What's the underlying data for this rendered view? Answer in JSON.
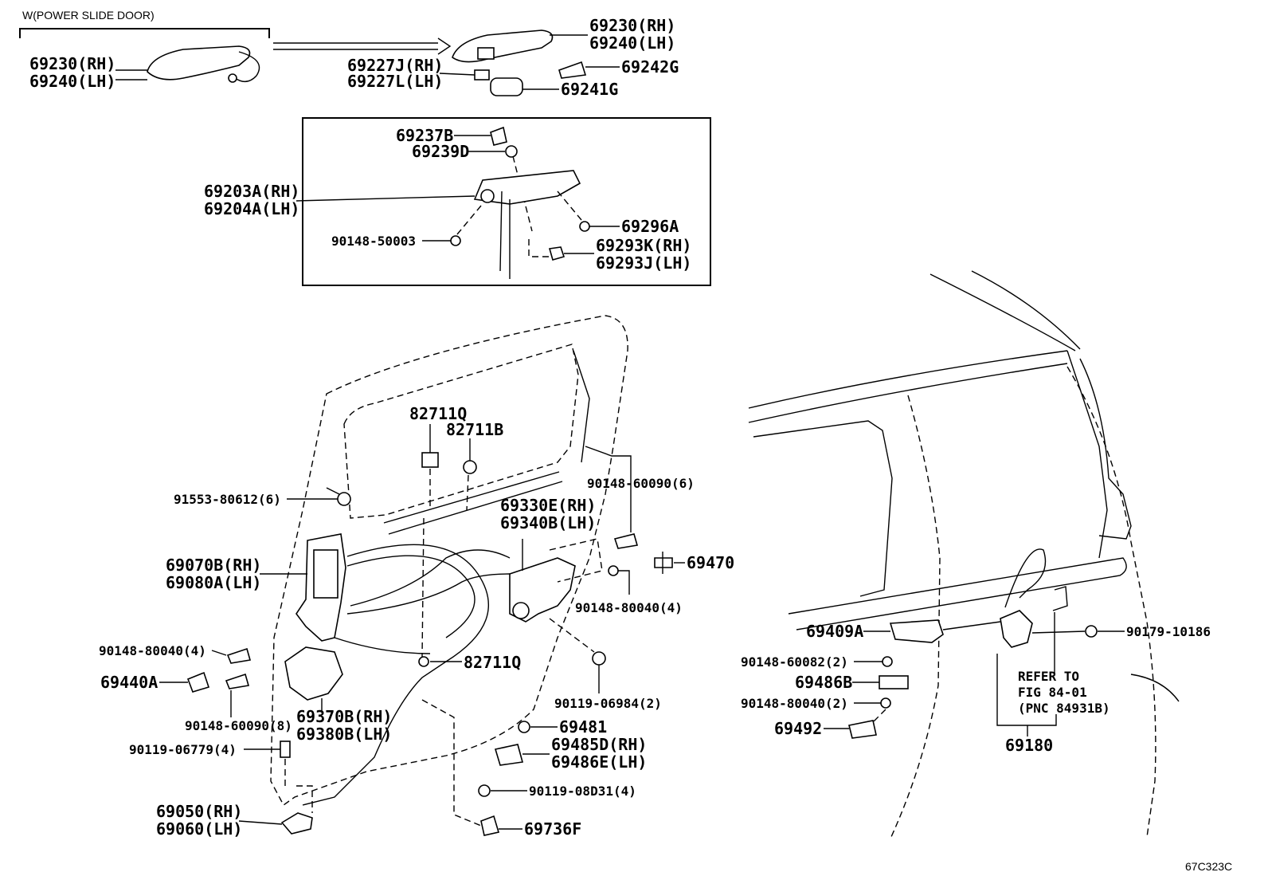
{
  "header": {
    "variant_note": "W(POWER SLIDE DOOR)",
    "illustration_code": "67C323C"
  },
  "callouts": [
    {
      "id": "c01",
      "text": "69230(RH)"
    },
    {
      "id": "c02",
      "text": "69240(LH)"
    },
    {
      "id": "c03",
      "text": "69230(RH)"
    },
    {
      "id": "c04",
      "text": "69240(LH)"
    },
    {
      "id": "c05",
      "text": "69227J(RH)"
    },
    {
      "id": "c06",
      "text": "69227L(LH)"
    },
    {
      "id": "c07",
      "text": "69242G"
    },
    {
      "id": "c08",
      "text": "69241G"
    },
    {
      "id": "c09",
      "text": "69237B"
    },
    {
      "id": "c10",
      "text": "69239D"
    },
    {
      "id": "c11",
      "text": "69203A(RH)"
    },
    {
      "id": "c12",
      "text": "69204A(LH)"
    },
    {
      "id": "c13",
      "text": "69296A"
    },
    {
      "id": "c14",
      "text": "90148-50003"
    },
    {
      "id": "c15",
      "text": "69293K(RH)"
    },
    {
      "id": "c16",
      "text": "69293J(LH)"
    },
    {
      "id": "c17",
      "text": "82711Q"
    },
    {
      "id": "c18",
      "text": "82711B"
    },
    {
      "id": "c19",
      "text": "90148-60090(6)"
    },
    {
      "id": "c20",
      "text": "91553-80612(6)"
    },
    {
      "id": "c21",
      "text": "69330E(RH)"
    },
    {
      "id": "c22",
      "text": "69340B(LH)"
    },
    {
      "id": "c23",
      "text": "69470"
    },
    {
      "id": "c24",
      "text": "69070B(RH)"
    },
    {
      "id": "c25",
      "text": "69080A(LH)"
    },
    {
      "id": "c26",
      "text": "90148-80040(4)"
    },
    {
      "id": "c27",
      "text": "90148-80040(4)"
    },
    {
      "id": "c28",
      "text": "82711Q"
    },
    {
      "id": "c29",
      "text": "69440A"
    },
    {
      "id": "c30",
      "text": "90119-06984(2)"
    },
    {
      "id": "c31",
      "text": "69370B(RH)"
    },
    {
      "id": "c32",
      "text": "69380B(LH)"
    },
    {
      "id": "c33",
      "text": "90148-60090(8)"
    },
    {
      "id": "c34",
      "text": "69481"
    },
    {
      "id": "c35",
      "text": "90119-06779(4)"
    },
    {
      "id": "c36",
      "text": "69485D(RH)"
    },
    {
      "id": "c37",
      "text": "69486E(LH)"
    },
    {
      "id": "c38",
      "text": "90119-08D31(4)"
    },
    {
      "id": "c39",
      "text": "69050(RH)"
    },
    {
      "id": "c40",
      "text": "69060(LH)"
    },
    {
      "id": "c41",
      "text": "69736F"
    },
    {
      "id": "c42",
      "text": "69409A"
    },
    {
      "id": "c43",
      "text": "90179-10186"
    },
    {
      "id": "c44",
      "text": "90148-60082(2)"
    },
    {
      "id": "c45",
      "text": "69486B"
    },
    {
      "id": "c46",
      "text": "90148-80040(2)"
    },
    {
      "id": "c47",
      "text": "69492"
    },
    {
      "id": "c48",
      "text": "69180"
    }
  ],
  "reference_note": {
    "line1": "REFER TO",
    "line2": "FIG 84-01",
    "line3": "(PNC 84931B)"
  }
}
